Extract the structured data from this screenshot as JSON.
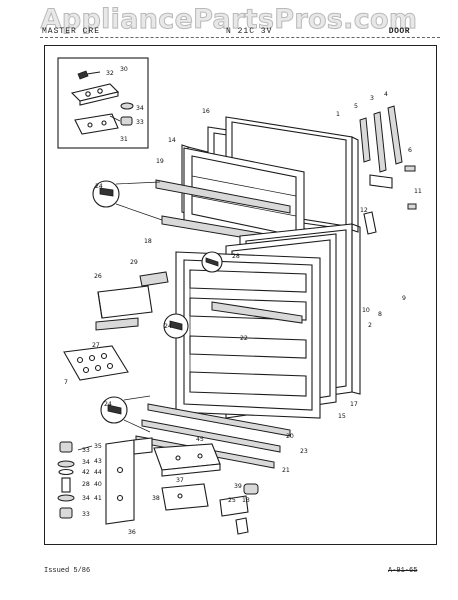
{
  "watermark": "AppliancePartsPros.com",
  "header": {
    "left_text": "MASTER CRE",
    "model_text": "N 21C 3V",
    "right_text": "DOOR"
  },
  "footer": {
    "issued": "Issued 5/86",
    "page_code": "A-91-65"
  },
  "part_labels": {
    "p1": "1",
    "p2": "2",
    "p3": "3",
    "p4": "4",
    "p5": "5",
    "p6": "6",
    "p7": "7",
    "p8": "8",
    "p9": "9",
    "p10": "10",
    "p11": "11",
    "p12": "12",
    "p13": "13",
    "p14": "14",
    "p15": "15",
    "p16": "16",
    "p17": "17",
    "p18": "18",
    "p19": "19",
    "p20": "20",
    "p21": "21",
    "p22": "22",
    "p23": "23",
    "p24": "24",
    "p25": "25",
    "p26": "26",
    "p27": "27",
    "p28": "28",
    "p29": "29",
    "p30": "30",
    "p31": "31",
    "p32": "32",
    "p33": "33",
    "p34": "34",
    "p35": "35",
    "p36": "36",
    "p37": "37",
    "p38": "38",
    "p39": "39",
    "p40": "40",
    "p41": "41",
    "p42": "42",
    "p43": "43",
    "p44": "44",
    "p45": "45"
  }
}
